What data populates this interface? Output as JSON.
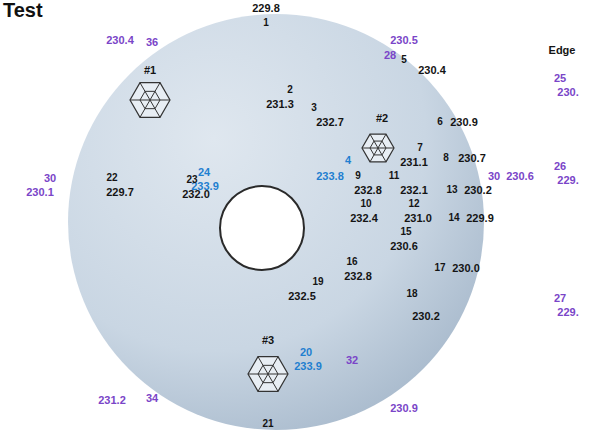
{
  "diagram": {
    "title": "Test",
    "labels": [
      "229.8",
      "1",
      "230.4",
      "36",
      "230.5",
      "28",
      "5",
      "230.4",
      "Edge",
      "25",
      "230.",
      "#1",
      "2",
      "231.3",
      "3",
      "232.7",
      "#2",
      "6",
      "230.9",
      "7",
      "8",
      "230.7",
      "4",
      "231.1",
      "24",
      "233.9",
      "233.8",
      "9",
      "11",
      "30",
      "230.6",
      "26",
      "229.",
      "30",
      "230.1",
      "22",
      "229.7",
      "23",
      "232.0",
      "232.8",
      "232.1",
      "13",
      "230.2",
      "10",
      "12",
      "232.4",
      "231.0",
      "14",
      "229.9",
      "15",
      "230.6",
      "16",
      "17",
      "230.0",
      "232.8",
      "19",
      "232.5",
      "18",
      "27",
      "229.",
      "230.2",
      "#3",
      "20",
      "233.9",
      "32",
      "231.2",
      "34",
      "230.9",
      "21"
    ]
  }
}
